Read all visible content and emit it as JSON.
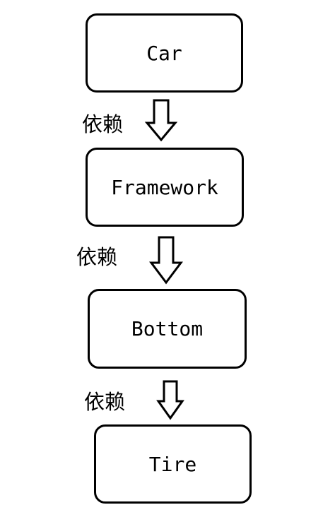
{
  "nodes": [
    {
      "id": "car",
      "label": "Car"
    },
    {
      "id": "framework",
      "label": "Framework"
    },
    {
      "id": "bottom",
      "label": "Bottom"
    },
    {
      "id": "tire",
      "label": "Tire"
    }
  ],
  "edges": [
    {
      "from": "car",
      "to": "framework",
      "label": "依赖"
    },
    {
      "from": "framework",
      "to": "bottom",
      "label": "依赖"
    },
    {
      "from": "bottom",
      "to": "tire",
      "label": "依赖"
    }
  ],
  "colors": {
    "stroke": "#000000",
    "background": "#ffffff"
  }
}
